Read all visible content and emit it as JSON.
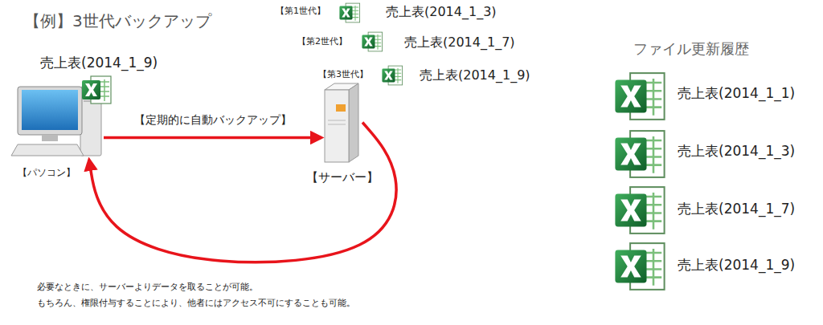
{
  "diagram": {
    "title": "【例】3世代バックアップ",
    "nodes": [
      {
        "text": [
          "売上表(2014_1_9)",
          "【パソコン】"
        ]
      },
      {
        "text": [
          "【サーバー】"
        ]
      }
    ],
    "edges": [
      {
        "from": 0,
        "to": 1,
        "arrow": "to",
        "label": "【定期的に自動バックアップ】"
      },
      {
        "from": 1,
        "to": 0,
        "arrow": "to"
      }
    ],
    "labels": [
      "【第1世代】",
      "売上表(2014_1_3)",
      "【第2世代】",
      "売上表(2014_1_7)",
      "【第3世代】",
      "売上表(2014_1_9)",
      "ファイル更新履歴",
      "売上表(2014_1_1)",
      "売上表(2014_1_3)",
      "売上表(2014_1_7)",
      "売上表(2014_1_9)",
      "必要なときに、サーバーよりデータを取ることが可能。",
      "もちろん、権限付与することにより、他者にはアクセス不可にすることも可能。"
    ]
  }
}
